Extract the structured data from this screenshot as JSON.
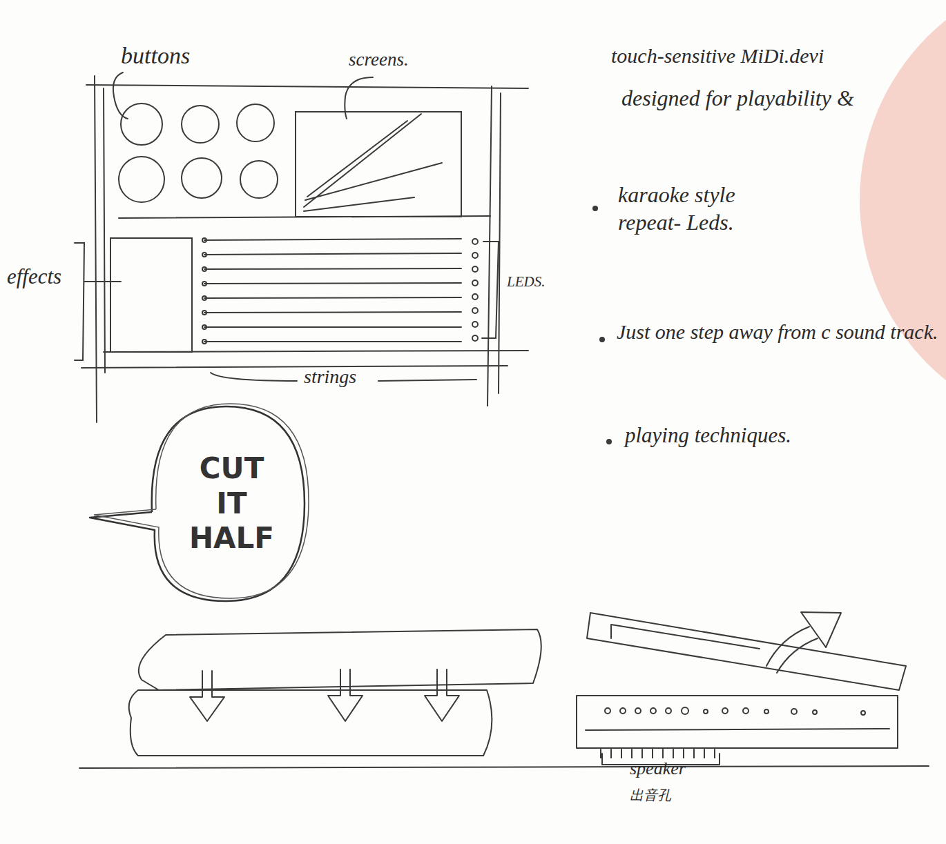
{
  "diagram": {
    "nodes": [
      {
        "text": [
          "CUT IT HALF"
        ]
      }
    ],
    "labels": [
      "buttons",
      "screens.",
      "touch-sensitive MiDi.devi",
      "designed for playability &",
      "karaoke style repeat- Leds.",
      "Just one step away from c sound track.",
      "playing techniques.",
      "effects",
      "LEDS.",
      "strings",
      "speaker",
      "出音孔"
    ]
  }
}
